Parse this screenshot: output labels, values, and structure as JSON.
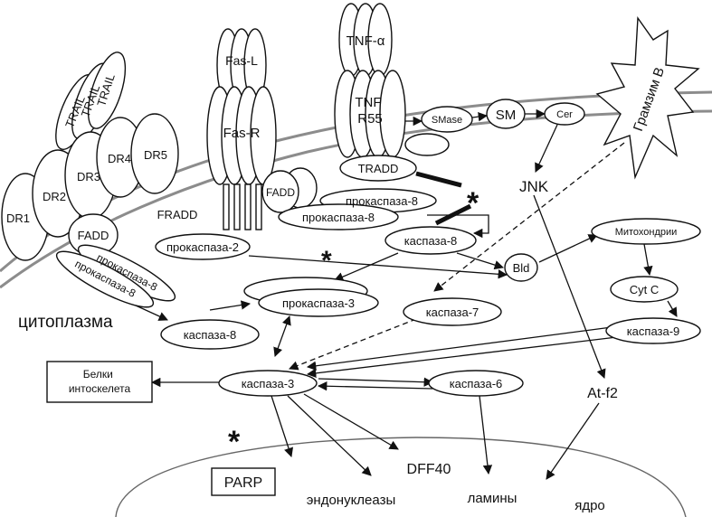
{
  "colors": {
    "ink": "#111111",
    "membrane": "#8c8c8c",
    "background": "#ffffff"
  },
  "labels": {
    "trail_a": "TRAIL",
    "trail_b": "TRAIL",
    "trail_c": "TRAIL",
    "dr1": "DR1",
    "dr2": "DR2",
    "dr3": "DR3",
    "dr4": "DR4",
    "dr5": "DR5",
    "fadd_left": "FADD",
    "procasp8_left_a": "прокаспаза-8",
    "procasp8_left_b": "прокаспаза-8",
    "cytoplasm": "цитоплазма",
    "fas_l": "Fas-L",
    "fas_r": "Fas-R",
    "fadd_mid": "FADD",
    "fradd": "FRADD",
    "tnf_alpha": "TNF-α",
    "tnf_r55": "TNF\nR55",
    "tradd": "TRADD",
    "smase": "SMase",
    "sm": "SM",
    "cer": "Cer",
    "jnk": "JNK",
    "granzyme": "Грамзим В",
    "procasp8_mid_a": "прокаспаза-8",
    "procasp8_mid_b": "прокаспаза-8",
    "procasp2": "прокаспаза-2",
    "casp8_mid": "каспаза-8",
    "bid": "Bld",
    "mito": "Митохондрии",
    "cytc": "Cyt C",
    "casp9": "каспаза-9",
    "procasp3": "прокаспаза-3",
    "casp8_low": "каспаза-8",
    "casp7": "каспаза-7",
    "casp3": "каспаза-3",
    "casp6": "каспаза-6",
    "cytoskeleton": "Белки\nинтоскелета",
    "atf2": "At-f2",
    "parp": "PARP",
    "dff40": "DFF40",
    "endonucleases": "эндонуклеазы",
    "lamins": "ламины",
    "nucleus": "ядро",
    "asterisk": "*"
  }
}
